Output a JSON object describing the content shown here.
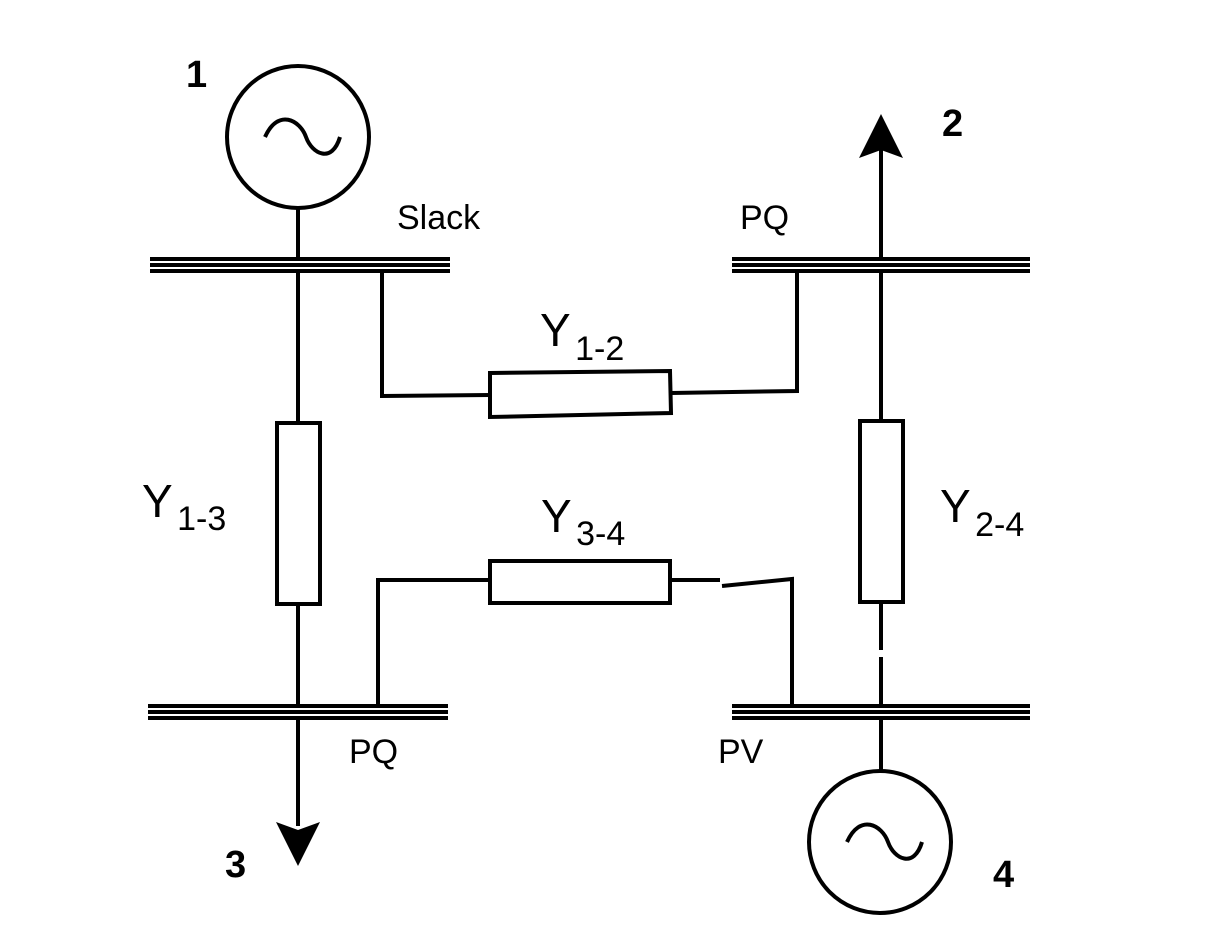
{
  "buses": [
    {
      "id": "bus-1",
      "number": "1",
      "type": "Slack"
    },
    {
      "id": "bus-2",
      "number": "2",
      "type": "PQ"
    },
    {
      "id": "bus-3",
      "number": "3",
      "type": "PQ"
    },
    {
      "id": "bus-4",
      "number": "4",
      "type": "PV"
    }
  ],
  "admittances": {
    "y12": {
      "symbol": "Y",
      "subscript": "1-2"
    },
    "y13": {
      "symbol": "Y",
      "subscript": "1-3"
    },
    "y34": {
      "symbol": "Y",
      "subscript": "3-4"
    },
    "y24": {
      "symbol": "Y",
      "subscript": "2-4"
    }
  },
  "icons": {
    "generator": "ac-source-icon",
    "load": "load-arrow-icon"
  },
  "colors": {
    "line": "#000000",
    "background": "#ffffff"
  }
}
